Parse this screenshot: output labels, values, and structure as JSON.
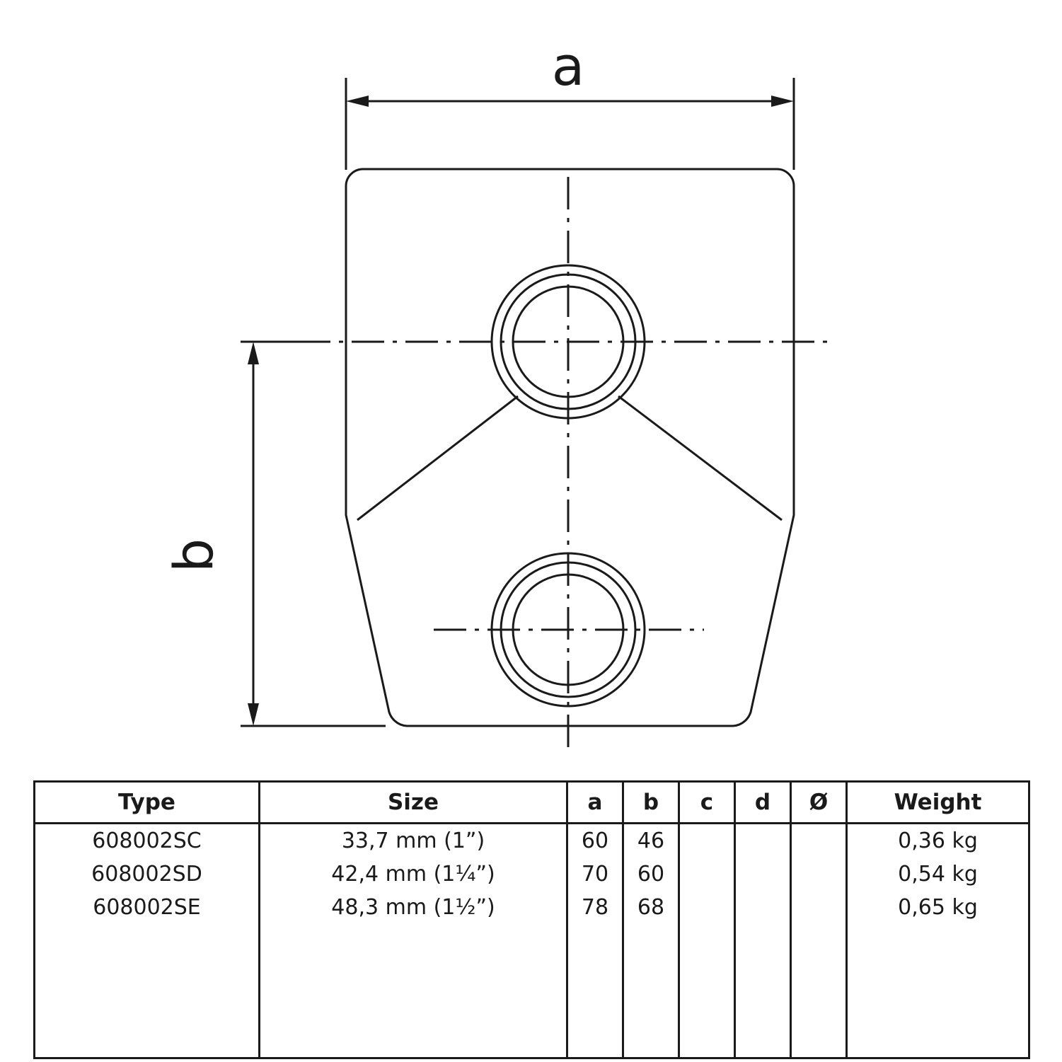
{
  "diagram": {
    "title": "tube clamp fitting technical drawing",
    "dimension_labels": {
      "width_label": "a",
      "height_label": "b"
    },
    "line_color": "#1a1a1a"
  },
  "table": {
    "headers": [
      "Type",
      "Size",
      "a",
      "b",
      "c",
      "d",
      "Ø",
      "Weight"
    ],
    "rows": [
      {
        "type": "608002SC",
        "size": "33,7 mm (1”)",
        "a": "60",
        "b": "46",
        "c": "",
        "d": "",
        "dia": "",
        "weight": "0,36 kg"
      },
      {
        "type": "608002SD",
        "size": "42,4 mm (1¼”)",
        "a": "70",
        "b": "60",
        "c": "",
        "d": "",
        "dia": "",
        "weight": "0,54 kg"
      },
      {
        "type": "608002SE",
        "size": "48,3 mm (1½”)",
        "a": "78",
        "b": "68",
        "c": "",
        "d": "",
        "dia": "",
        "weight": "0,65 kg"
      }
    ],
    "empty_rows": 4
  }
}
